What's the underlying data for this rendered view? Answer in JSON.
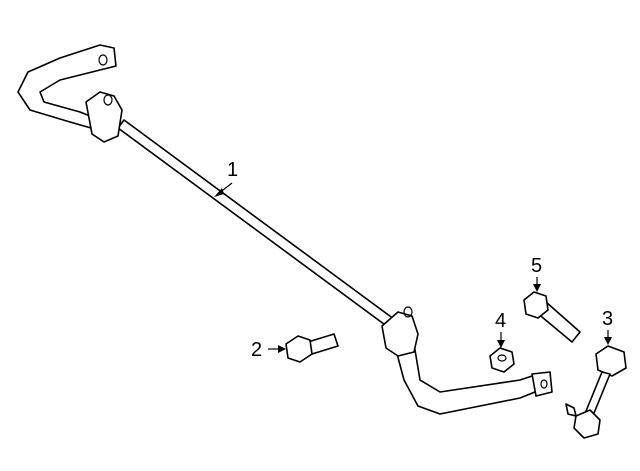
{
  "diagram": {
    "callouts": [
      {
        "number": "1",
        "part": "stabilizer-bar"
      },
      {
        "number": "2",
        "part": "bolt"
      },
      {
        "number": "3",
        "part": "stabilizer-link"
      },
      {
        "number": "4",
        "part": "nut"
      },
      {
        "number": "5",
        "part": "bolt"
      }
    ]
  }
}
